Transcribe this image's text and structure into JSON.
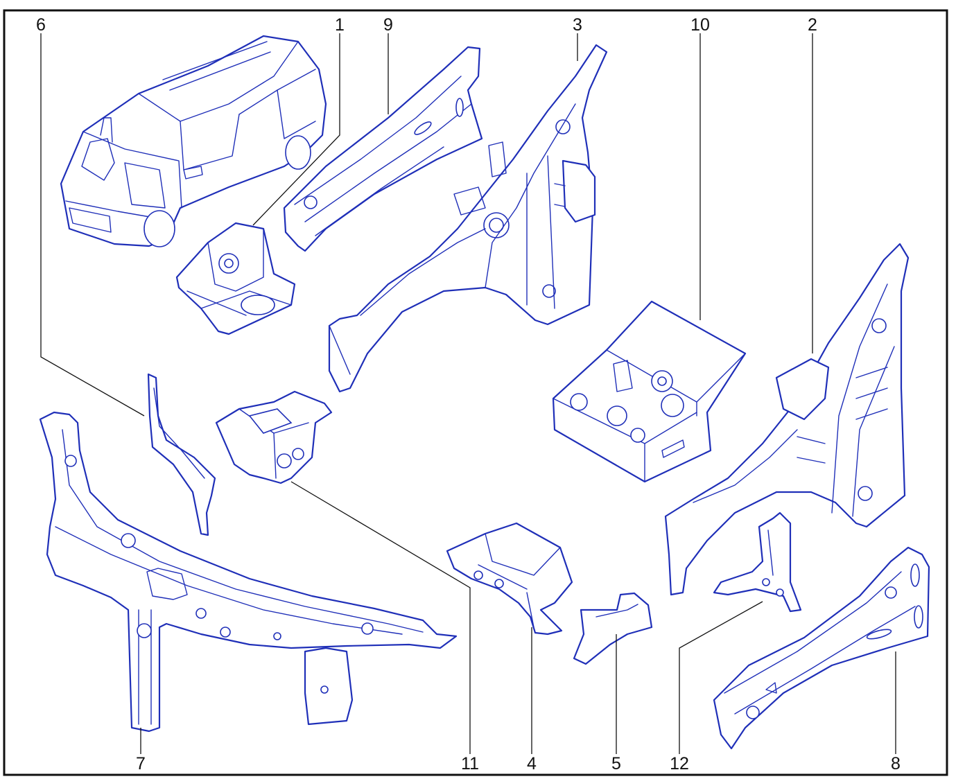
{
  "diagram": {
    "line_color": "#1f2fb8",
    "callout_color": "#111111",
    "callouts": [
      {
        "id": "1",
        "label": "1"
      },
      {
        "id": "2",
        "label": "2"
      },
      {
        "id": "3",
        "label": "3"
      },
      {
        "id": "4",
        "label": "4"
      },
      {
        "id": "5",
        "label": "5"
      },
      {
        "id": "6",
        "label": "6"
      },
      {
        "id": "7",
        "label": "7"
      },
      {
        "id": "8",
        "label": "8"
      },
      {
        "id": "9",
        "label": "9"
      },
      {
        "id": "10",
        "label": "10"
      },
      {
        "id": "11",
        "label": "11"
      },
      {
        "id": "12",
        "label": "12"
      }
    ]
  }
}
